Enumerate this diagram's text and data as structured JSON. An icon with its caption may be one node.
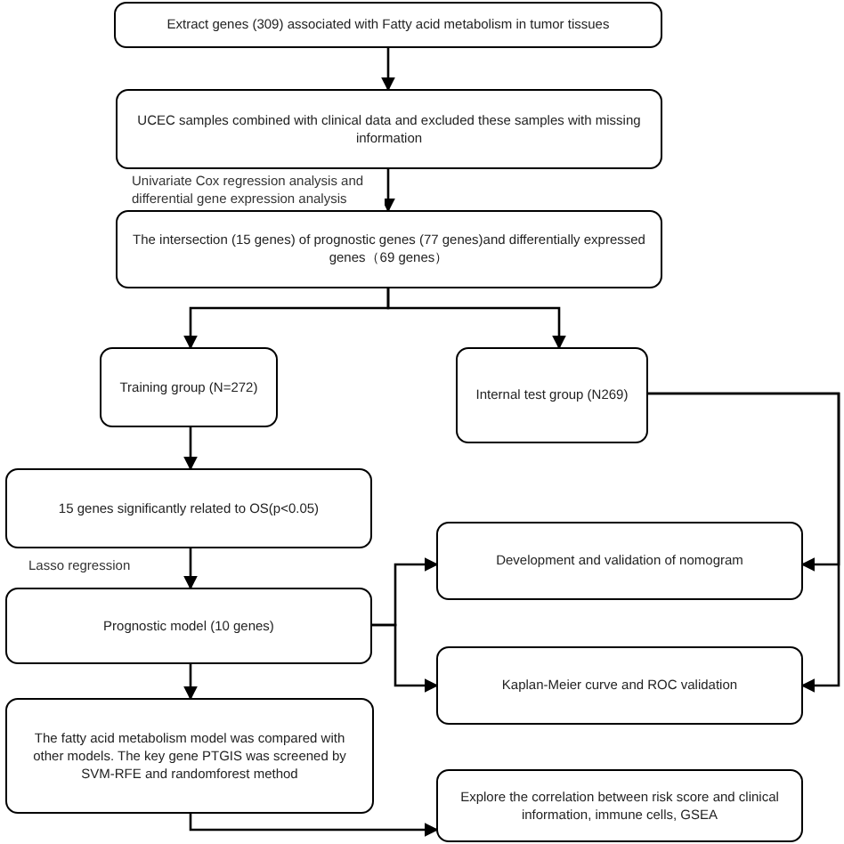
{
  "diagram": {
    "nodes": [
      {
        "text": [
          "Extract genes (309) associated with Fatty acid metabolism in tumor tissues"
        ]
      },
      {
        "text": [
          "UCEC samples combined with clinical data and excluded these samples with missing information"
        ]
      },
      {
        "text": [
          "The intersection (15 genes) of prognostic genes (77 genes)and differentially expressed genes（69 genes）"
        ]
      },
      {
        "text": [
          "Training group (N=272)"
        ]
      },
      {
        "text": [
          "Internal test group (N269)"
        ]
      },
      {
        "text": [
          "15 genes significantly related to OS(p<0.05)"
        ]
      },
      {
        "text": [
          "Development and validation of nomogram"
        ]
      },
      {
        "text": [
          "Prognostic model (10 genes)"
        ]
      },
      {
        "text": [
          "Kaplan-Meier curve and ROC validation"
        ]
      },
      {
        "text": [
          "The fatty acid metabolism model was compared with other models. The key gene PTGIS was screened by SVM-RFE and randomforest method"
        ]
      },
      {
        "text": [
          "Explore the correlation between risk score and clinical information, immune cells, GSEA"
        ]
      }
    ],
    "edges": [
      {
        "from": 0,
        "to": 1,
        "arrow": "to"
      },
      {
        "from": 1,
        "to": 2,
        "arrow": "to",
        "label": "Univariate Cox regression analysis and differential gene expression analysis"
      },
      {
        "from": 2,
        "to": 3,
        "arrow": "to"
      },
      {
        "from": 2,
        "to": 4,
        "arrow": "to"
      },
      {
        "from": 3,
        "to": 5,
        "arrow": "to"
      },
      {
        "from": 5,
        "to": 7,
        "arrow": "to",
        "label": "Lasso regression"
      },
      {
        "from": 7,
        "to": 6,
        "arrow": "to"
      },
      {
        "from": 7,
        "to": 8,
        "arrow": "to"
      },
      {
        "from": 4,
        "to": 6,
        "arrow": "to"
      },
      {
        "from": 4,
        "to": 8,
        "arrow": "to"
      },
      {
        "from": 7,
        "to": 9,
        "arrow": "to"
      },
      {
        "from": 9,
        "to": 10,
        "arrow": "to"
      }
    ]
  }
}
